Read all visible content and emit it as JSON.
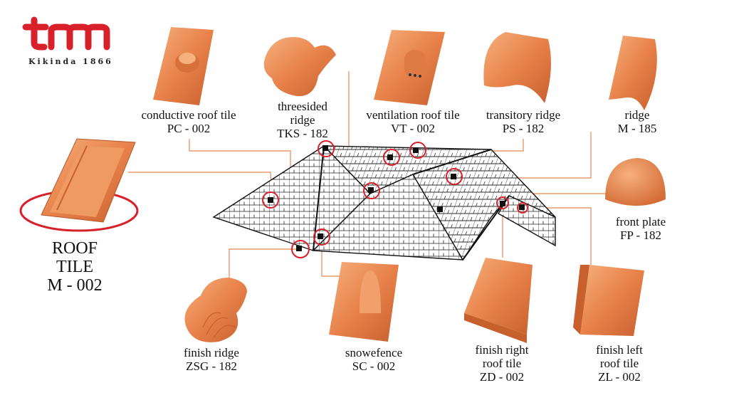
{
  "brand": {
    "logo_letters": "tm",
    "tagline": "Kikinda 1866",
    "logo_color": "#d8202a"
  },
  "colors": {
    "tile": "#e8824a",
    "tile_dark": "#c8602e",
    "tile_light": "#f4a877",
    "leader_line": "#e89a6a",
    "marker_ring": "#d8202a"
  },
  "products": [
    {
      "id": "roof-tile",
      "name_lines": [
        "ROOF",
        "TILE"
      ],
      "code": "M - 002"
    },
    {
      "id": "conductive",
      "name_lines": [
        "conductive roof tile"
      ],
      "code": "PC - 002"
    },
    {
      "id": "threesided",
      "name_lines": [
        "threesided",
        "ridge"
      ],
      "code": "TKS - 182"
    },
    {
      "id": "ventilation",
      "name_lines": [
        "ventilation roof tile"
      ],
      "code": "VT - 002"
    },
    {
      "id": "transitory",
      "name_lines": [
        "transitory ridge"
      ],
      "code": "PS - 182"
    },
    {
      "id": "ridge",
      "name_lines": [
        "ridge"
      ],
      "code": "M - 185"
    },
    {
      "id": "front-plate",
      "name_lines": [
        "front plate"
      ],
      "code": "FP - 182"
    },
    {
      "id": "finish-ridge",
      "name_lines": [
        "finish ridge"
      ],
      "code": "ZSG - 182"
    },
    {
      "id": "snowefence",
      "name_lines": [
        "snowefence"
      ],
      "code": "SC - 002"
    },
    {
      "id": "finish-right",
      "name_lines": [
        "finish right",
        "roof tile"
      ],
      "code": "ZD - 002"
    },
    {
      "id": "finish-left",
      "name_lines": [
        "finish left",
        "roof tile"
      ],
      "code": "ZL - 002"
    }
  ]
}
